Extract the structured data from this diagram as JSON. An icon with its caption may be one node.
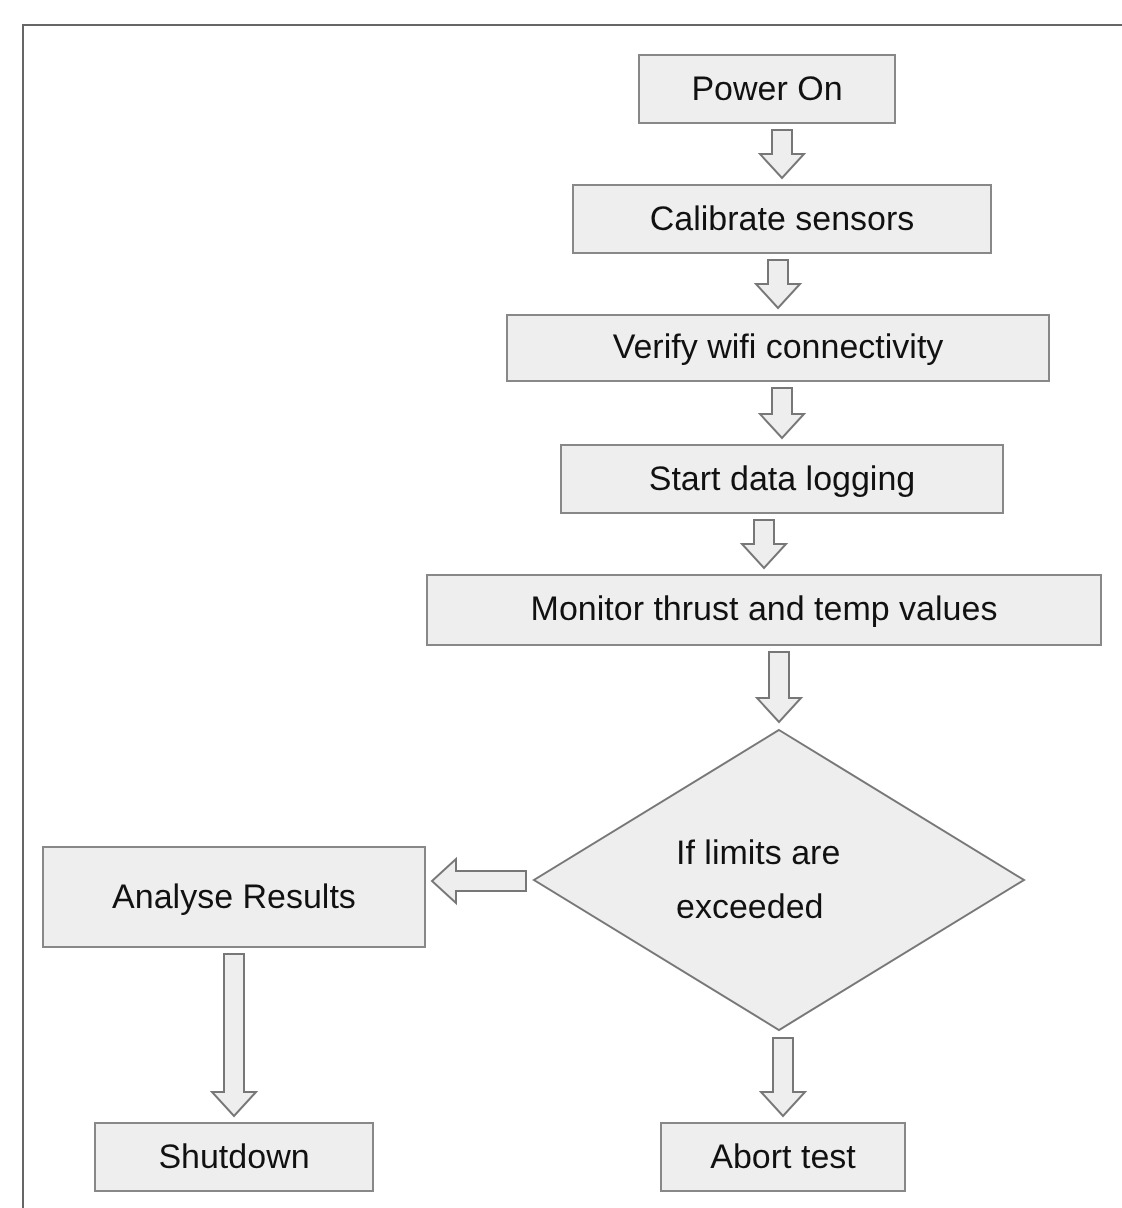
{
  "diagram": {
    "nodes": [
      {
        "text": [
          "Power On"
        ]
      },
      {
        "text": [
          "Calibrate sensors"
        ]
      },
      {
        "text": [
          "Verify wifi connectivity"
        ]
      },
      {
        "text": [
          "Start data logging"
        ]
      },
      {
        "text": [
          "Monitor thrust and temp values"
        ]
      },
      {
        "text": [
          "If limits are exceeded"
        ]
      },
      {
        "text": [
          "Analyse Results"
        ]
      },
      {
        "text": [
          "Shutdown"
        ]
      },
      {
        "text": [
          "Abort test"
        ]
      }
    ],
    "edges": [
      {
        "from": 0,
        "to": 1,
        "arrow": "to"
      },
      {
        "from": 1,
        "to": 2,
        "arrow": "to"
      },
      {
        "from": 2,
        "to": 3,
        "arrow": "to"
      },
      {
        "from": 3,
        "to": 4,
        "arrow": "to"
      },
      {
        "from": 4,
        "to": 5,
        "arrow": "to"
      },
      {
        "from": 5,
        "to": 6,
        "arrow": "to"
      },
      {
        "from": 6,
        "to": 7,
        "arrow": "to"
      },
      {
        "from": 5,
        "to": 8,
        "arrow": "to"
      }
    ]
  }
}
